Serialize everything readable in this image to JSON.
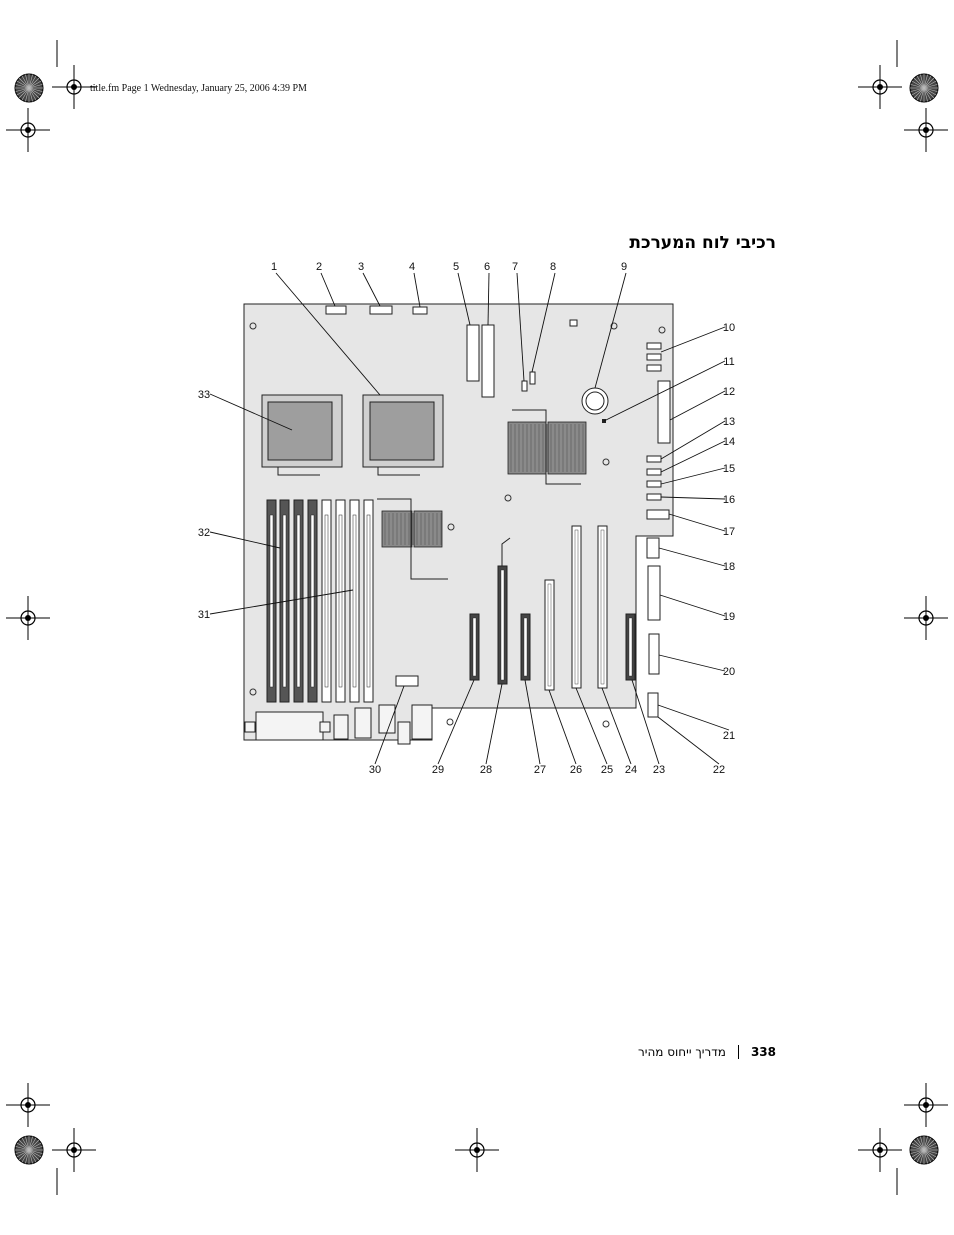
{
  "header": {
    "file_stamp": "title.fm  Page 1  Wednesday, January 25, 2006  4:39 PM"
  },
  "page": {
    "title": "רכיבי לוח המערכת",
    "footer_text": "מדריך ייחוס מהיר",
    "page_number": "338"
  },
  "diagram": {
    "callouts": [
      "1",
      "2",
      "3",
      "4",
      "5",
      "6",
      "7",
      "8",
      "9",
      "10",
      "11",
      "12",
      "13",
      "14",
      "15",
      "16",
      "17",
      "18",
      "19",
      "20",
      "21",
      "22",
      "23",
      "24",
      "25",
      "26",
      "27",
      "28",
      "29",
      "30",
      "31",
      "32",
      "33"
    ]
  },
  "colors": {
    "board": "#e6e6e6",
    "line": "#222222",
    "heatsink": "#8a8a8a",
    "slot": "#ffffff"
  }
}
